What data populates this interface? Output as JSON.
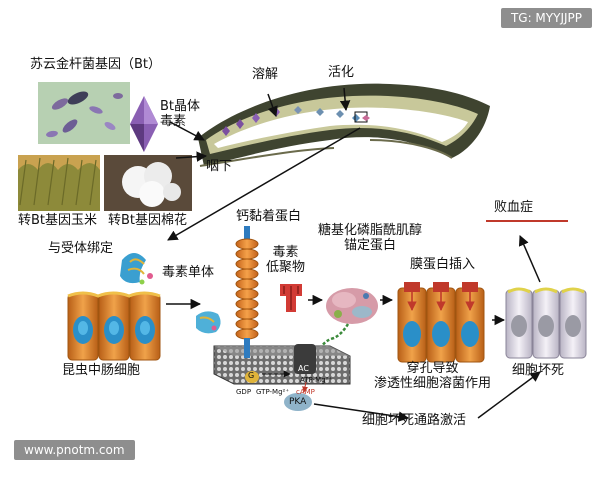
{
  "watermark_top": "TG: MYYJJPP",
  "watermark_bottom": "www.pnotm.com",
  "labels": {
    "bt_gene": "苏云金杆菌基因（Bt）",
    "crystal_toxin": "Bt晶体\n毒素",
    "dissolve": "溶解",
    "activate": "活化",
    "swallow": "咽下",
    "bt_corn": "转Bt基因玉米",
    "bt_cotton": "转Bt基因棉花",
    "cadherin": "钙黏着蛋白",
    "receptor_binding": "与受体绑定",
    "toxin_monomer": "毒素单体",
    "toxin_oligomer": "毒素\n低聚物",
    "gpi_anchor": "糖基化磷脂酰肌醇\n锚定蛋白",
    "membrane_insert": "膜蛋白插入",
    "septicemia": "败血症",
    "midgut_cells": "昆虫中肠细胞",
    "pore_lysis": "穿孔导致\n渗透性细胞溶菌作用",
    "cell_necrosis": "细胞坏死",
    "necrosis_pathway": "细胞坏死通路激活",
    "ac": "AC",
    "g": "G",
    "gdp": "GDP",
    "gtp": "GTP-Mg²⁺",
    "atp": "ATP-Mg²⁺",
    "camp": "cAMP",
    "pka": "PKA"
  },
  "colors": {
    "accent_red": "#c0392b",
    "crystal_purple": "#7b4fa0",
    "cell_orange": "#d9822b",
    "cell_nucleus": "#2a8fc8",
    "watermark_bg": "#8e8e8e"
  }
}
